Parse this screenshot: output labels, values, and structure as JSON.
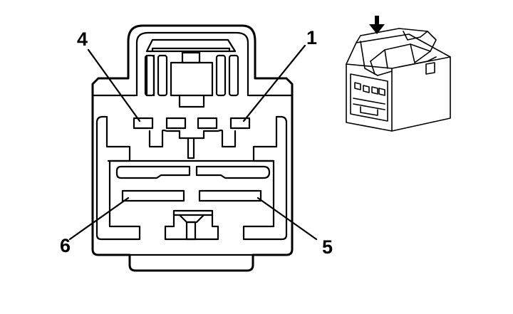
{
  "pins": [
    {
      "id": "pin-4",
      "label": "4"
    },
    {
      "id": "pin-1",
      "label": "1"
    },
    {
      "id": "pin-6",
      "label": "6"
    },
    {
      "id": "pin-5",
      "label": "5"
    }
  ],
  "colors": {
    "line": "#000000",
    "background": "#ffffff"
  },
  "icons": {
    "arrow": "down-arrow-icon"
  }
}
